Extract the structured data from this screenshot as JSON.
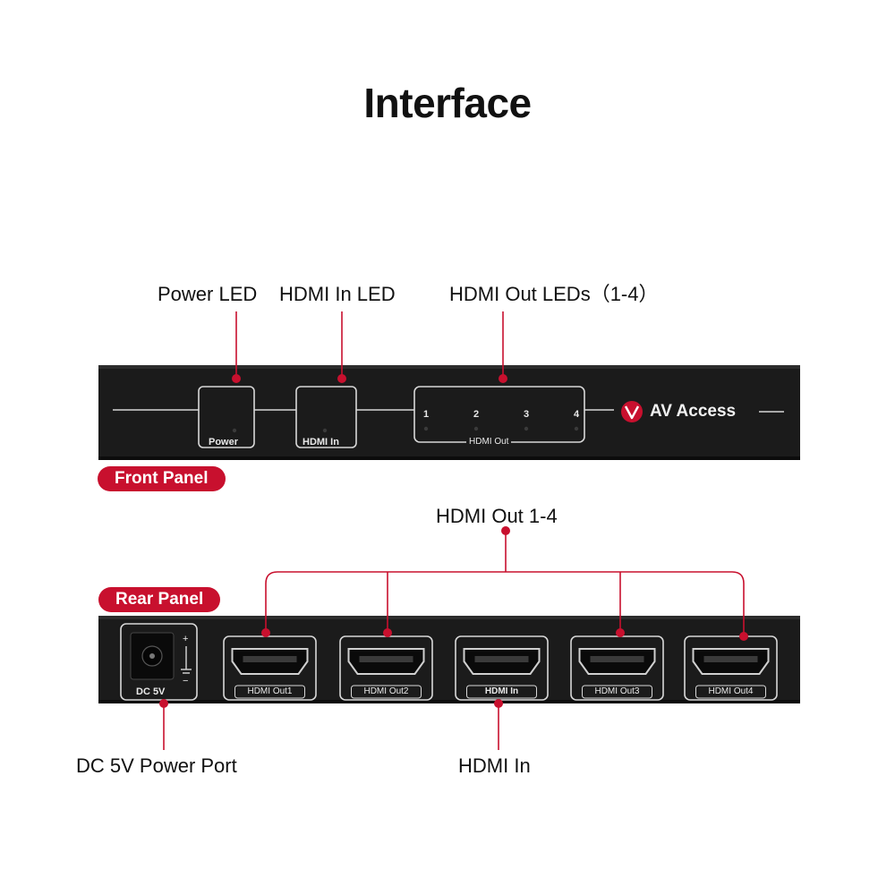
{
  "title": "Interface",
  "front_panel": {
    "badge": "Front Panel",
    "callouts": {
      "power_led": "Power LED",
      "hdmi_in_led": "HDMI In LED",
      "hdmi_out_leds": "HDMI Out LEDs（1-4）"
    },
    "device_labels": {
      "power": "Power",
      "hdmi_in": "HDMI In",
      "hdmi_out": "HDMI Out",
      "led_numbers": [
        "1",
        "2",
        "3",
        "4"
      ]
    },
    "brand": "AV Access"
  },
  "rear_panel": {
    "badge": "Rear Panel",
    "callouts": {
      "hdmi_out": "HDMI Out 1-4",
      "dc_power": "DC 5V Power Port",
      "hdmi_in": "HDMI In"
    },
    "port_labels": [
      "HDMI Out1",
      "HDMI Out2",
      "HDMI In",
      "HDMI Out3",
      "HDMI Out4"
    ],
    "dc_label": "DC 5V",
    "polarity": [
      "+",
      "−"
    ]
  },
  "colors": {
    "accent": "#c8102e",
    "device_body": "#1b1b1b",
    "silkscreen": "#e9e9e9"
  }
}
